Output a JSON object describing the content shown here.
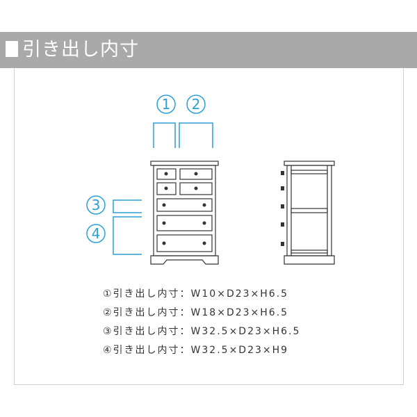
{
  "header": {
    "title": "引き出し内寸"
  },
  "markers": [
    "1",
    "2",
    "3",
    "4"
  ],
  "specs": [
    "①引き出し内寸：W10×D23×H6.5",
    "②引き出し内寸：W18×D23×H6.5",
    "③引き出し内寸：W32.5×D23×H6.5",
    "④引き出し内寸：W32.5×D23×H9"
  ],
  "colors": {
    "header_bg": "#a9a9a9",
    "accent": "#2a9fd6",
    "line": "#333333"
  }
}
